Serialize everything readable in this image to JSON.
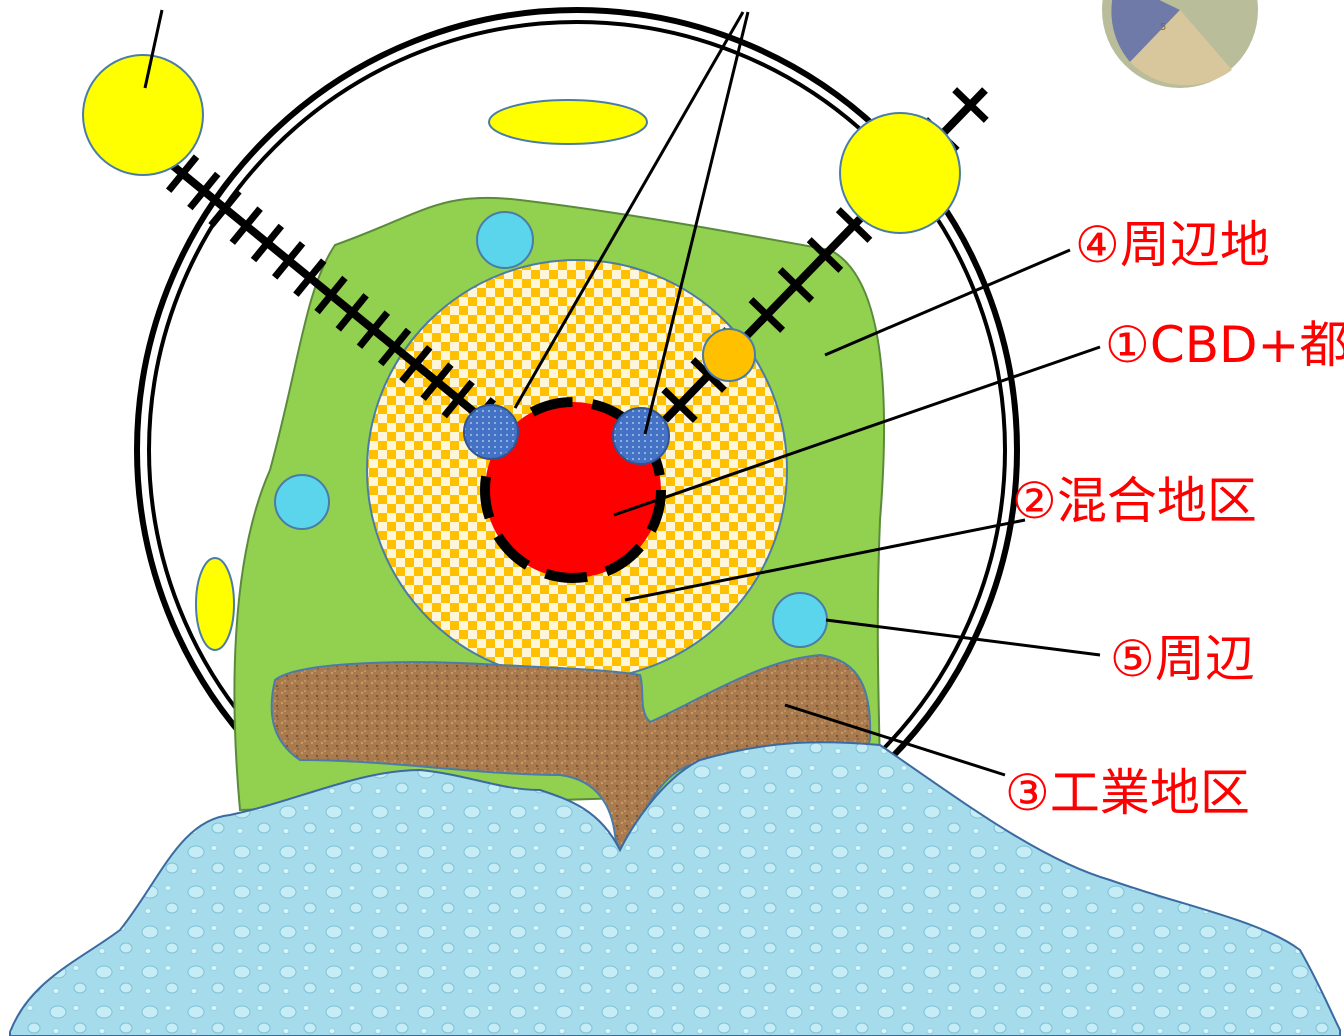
{
  "colors": {
    "cbd": "#ff0000",
    "station": "#4472c4",
    "mixed_zone": "#ffc000",
    "suburban_zone": "#92d050",
    "local_center": "#5bd5ec",
    "satellite_city": "#ffff00",
    "industrial_zone": "#a97a4e",
    "sea": "#a5dbea",
    "leader_line": "#000000",
    "label_text": "#ff0000"
  },
  "labels": {
    "suburban": "④周辺地",
    "cbd": "①CBD+都",
    "mixed": "②混合地区",
    "local_center": "⑤周辺",
    "industrial": "③工業地区"
  },
  "icons": {
    "railway": "railway-track-icon",
    "ring_road": "ring-road-icon",
    "corner_thumbnail": "pie-chart-thumbnail-icon"
  }
}
